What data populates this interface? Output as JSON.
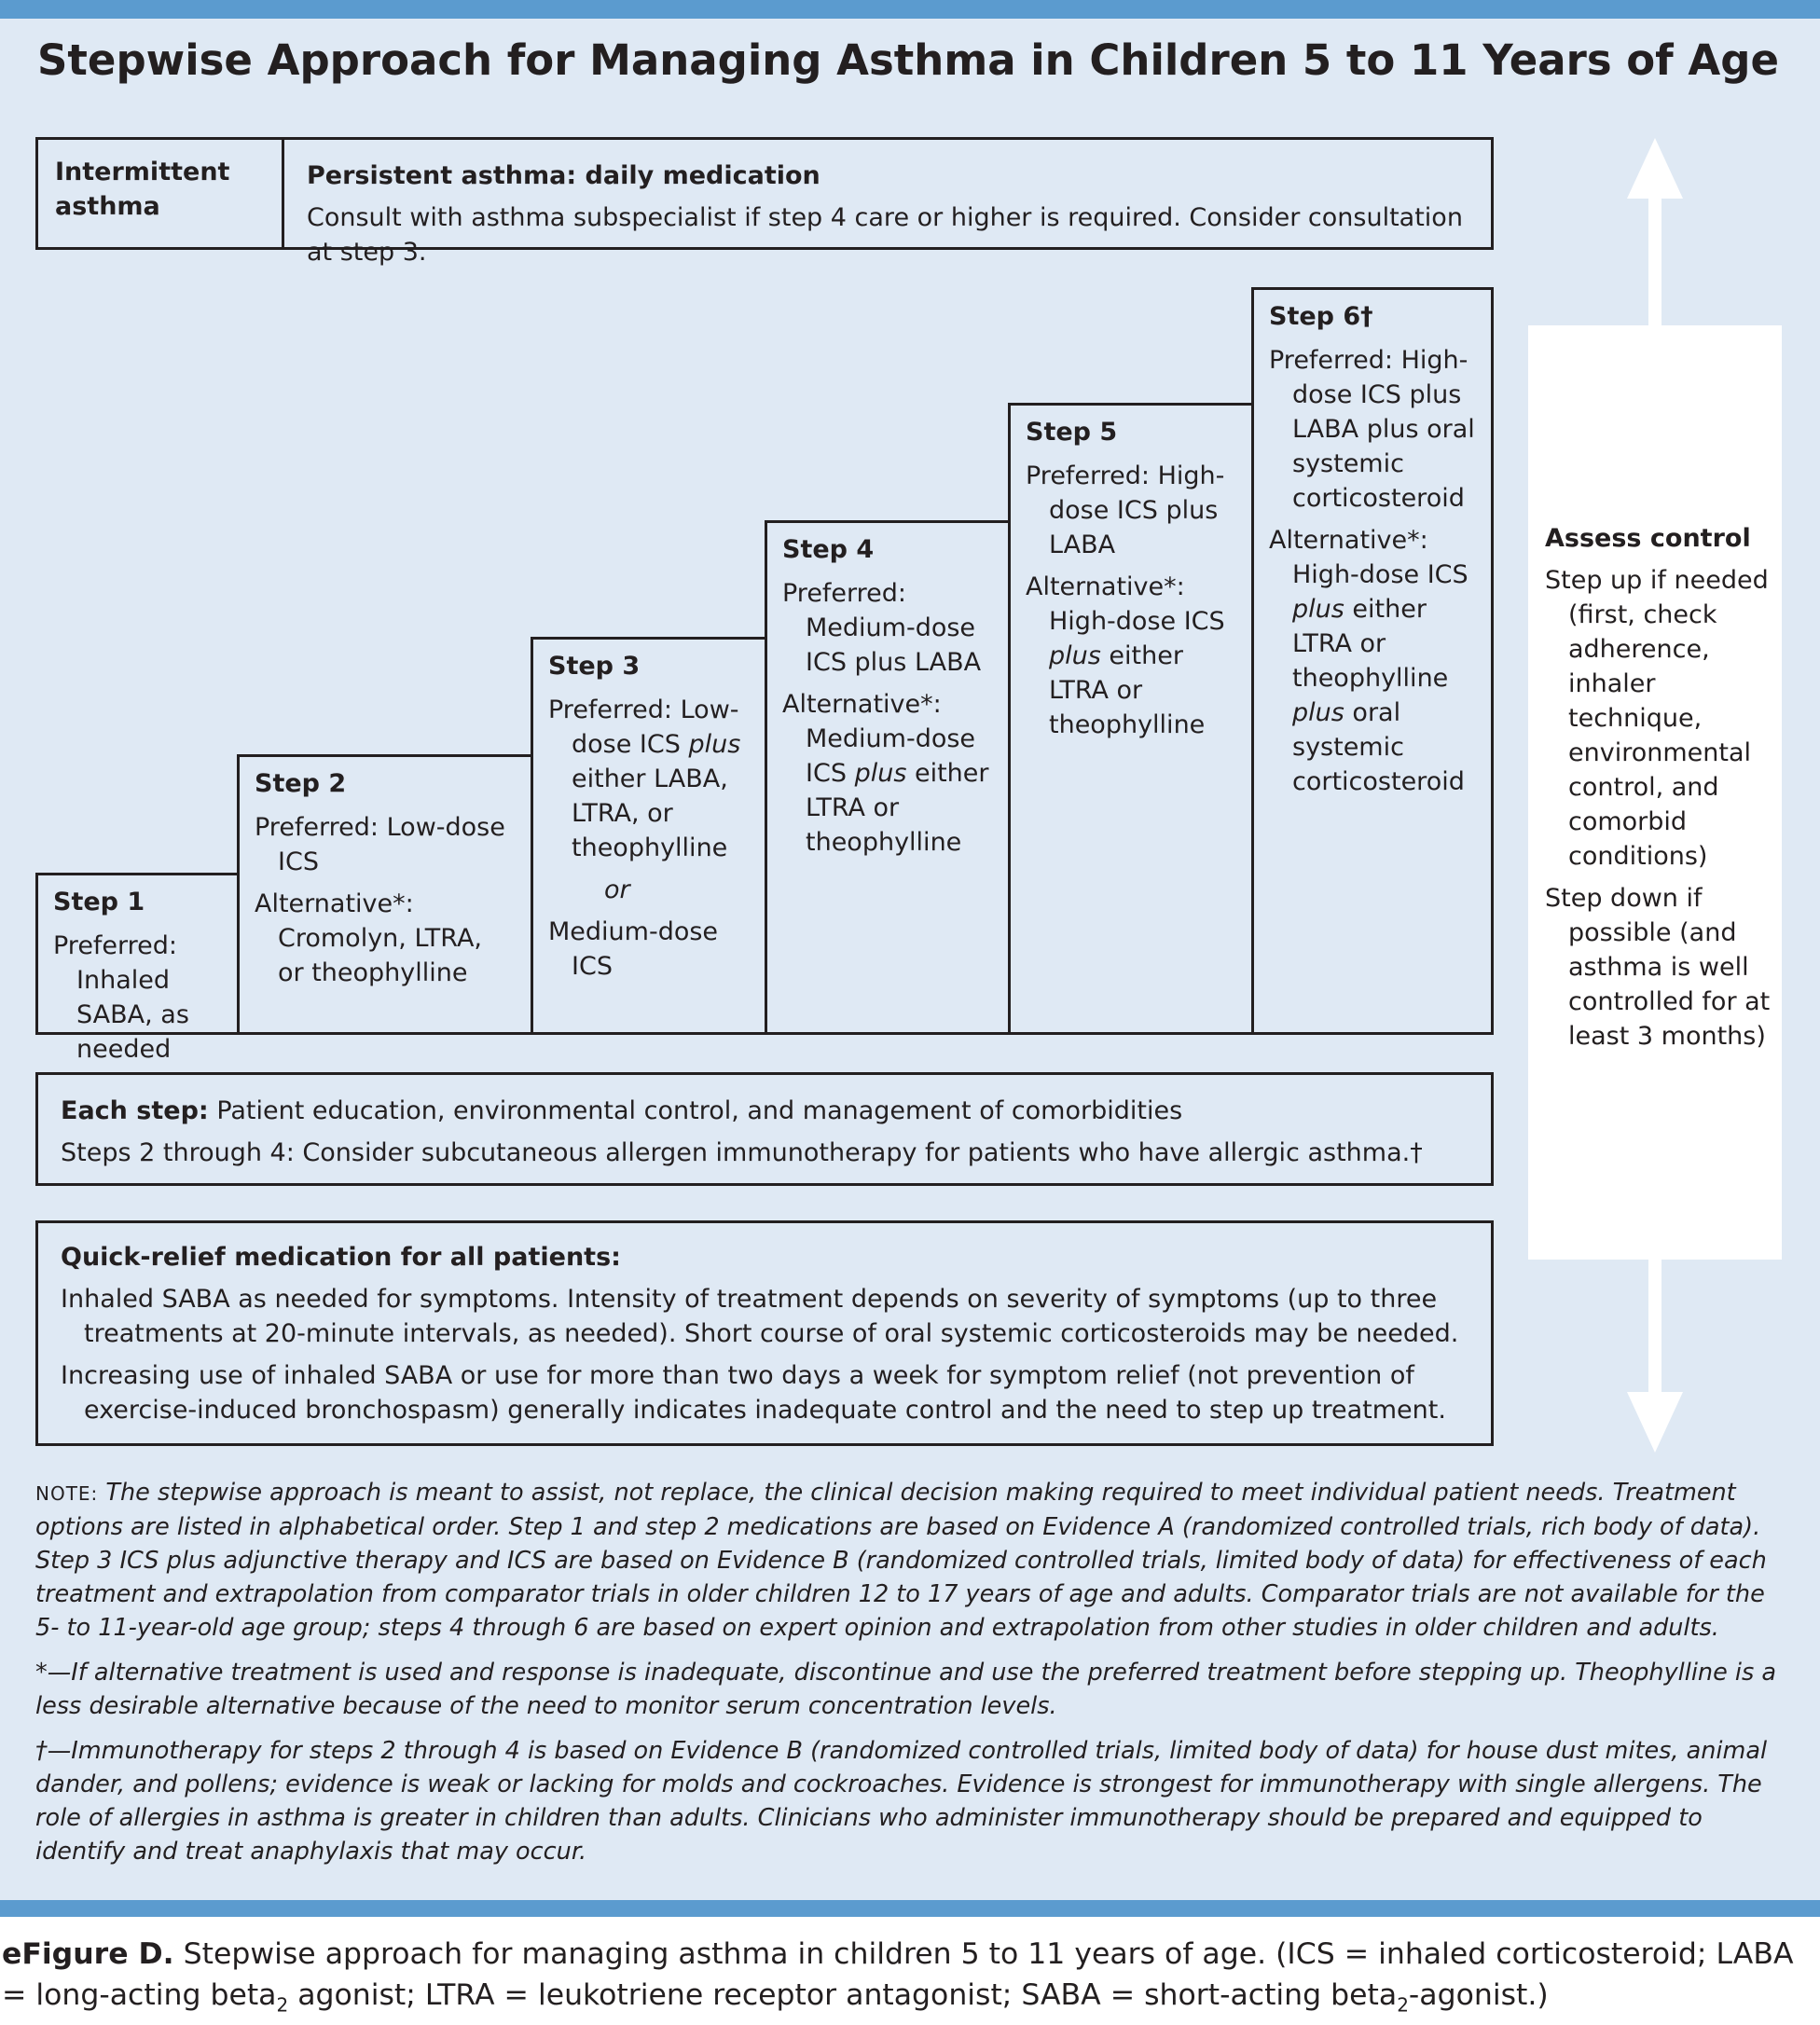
{
  "title": "Stepwise Approach for Managing Asthma in Children 5 to 11 Years of Age",
  "header": {
    "intermittent_line1": "Intermittent",
    "intermittent_line2": "asthma",
    "persistent_title": "Persistent asthma: daily medication",
    "persistent_text": "Consult with asthma subspecialist if step 4 care or higher is required. Consider consultation at step 3."
  },
  "steps": [
    {
      "title": "Step 1",
      "preferred": "Preferred: Inhaled SABA, as needed"
    },
    {
      "title": "Step 2",
      "preferred": "Preferred: Low-dose ICS",
      "alternative": "Alternative*: Cromolyn, LTRA, or theophylline"
    },
    {
      "title": "Step 3",
      "preferred_a": "Preferred: Low-dose ICS",
      "preferred_b": "plus",
      "preferred_c": "either LABA, LTRA, or theophylline",
      "or": "or",
      "alternative": "Medium-dose ICS"
    },
    {
      "title": "Step 4",
      "preferred": "Preferred: Medium-dose ICS plus LABA",
      "alternative_a": "Alternative*: Medium-dose ICS",
      "alternative_b": "plus",
      "alternative_c": "either LTRA or theophylline"
    },
    {
      "title": "Step 5",
      "preferred": "Preferred: High-dose ICS plus LABA",
      "alternative_a": "Alternative*: High-dose ICS",
      "alternative_b": "plus",
      "alternative_c": "either LTRA or theophylline"
    },
    {
      "title": "Step 6†",
      "preferred": "Preferred: High-dose ICS plus LABA plus oral systemic corticosteroid",
      "alternative_a": "Alternative*: High-dose ICS",
      "alternative_b": "plus",
      "alternative_c": "either LTRA or theophylline",
      "alternative_d": "plus",
      "alternative_e": "oral systemic corticosteroid"
    }
  ],
  "each_step": {
    "label": "Each step:",
    "text": "Patient education, environmental control, and management of comorbidities",
    "steps_2_4": "Steps 2 through 4: Consider subcutaneous allergen immunotherapy for patients who have allergic asthma.†"
  },
  "quick_relief": {
    "title": "Quick-relief medication for all patients:",
    "p1": "Inhaled SABA as needed for symptoms. Intensity of treatment depends on severity of symptoms (up to three treatments at 20-minute intervals, as needed). Short course of oral systemic corticosteroids may be needed.",
    "p2": "Increasing use of inhaled SABA or use for more than two days a week for symptom relief (not prevention of exercise-induced bronchospasm) generally indicates inadequate control and the need to step up treatment."
  },
  "assess": {
    "title": "Assess control",
    "step_up": "Step up if needed (first, check adherence, inhaler technique, environmental control, and comorbid conditions)",
    "step_down": "Step down if possible (and asthma is well controlled for at least 3 months)"
  },
  "notes": {
    "note_label": "NOTE:",
    "note_text": "The stepwise approach is meant to assist, not replace, the clinical decision making required to meet individual patient needs. Treatment options are listed in alphabetical order. Step 1 and step 2 medications are based on Evidence A (randomized controlled trials, rich body of data). Step 3 ICS plus adjunctive therapy and ICS are based on Evidence B (randomized controlled trials, limited body of data) for effectiveness of each treatment and extrapolation from comparator trials in older children 12 to 17 years of age and adults. Comparator trials are not available for the 5- to 11-year-old age group; steps 4 through 6 are based on expert opinion and extrapolation from other studies in older children and adults.",
    "asterisk": "*—If alternative treatment is used and response is inadequate, discontinue and use the preferred treatment before stepping up. Theophylline is a less desirable alternative because of the need to monitor serum concentration levels.",
    "dagger": "†—Immunotherapy for steps 2 through 4 is based on Evidence B (randomized controlled trials, limited body of data) for house dust mites, animal dander, and pollens; evidence is weak or lacking for molds and cockroaches. Evidence is strongest for immunotherapy with single allergens. The role of allergies in asthma is greater in children than adults. Clinicians who administer immunotherapy should be prepared and equipped to identify and treat anaphylaxis that may occur."
  },
  "caption": {
    "label": "eFigure D.",
    "text1": "Stepwise approach for managing asthma in children 5 to 11 years of age. (ICS = inhaled corticosteroid; LABA = long-acting beta",
    "sub1": "2",
    "text2": "agonist; LTRA = leukotriene receptor antagonist; SABA = short-acting beta",
    "sub2": "2",
    "text3": "-agonist.)"
  }
}
